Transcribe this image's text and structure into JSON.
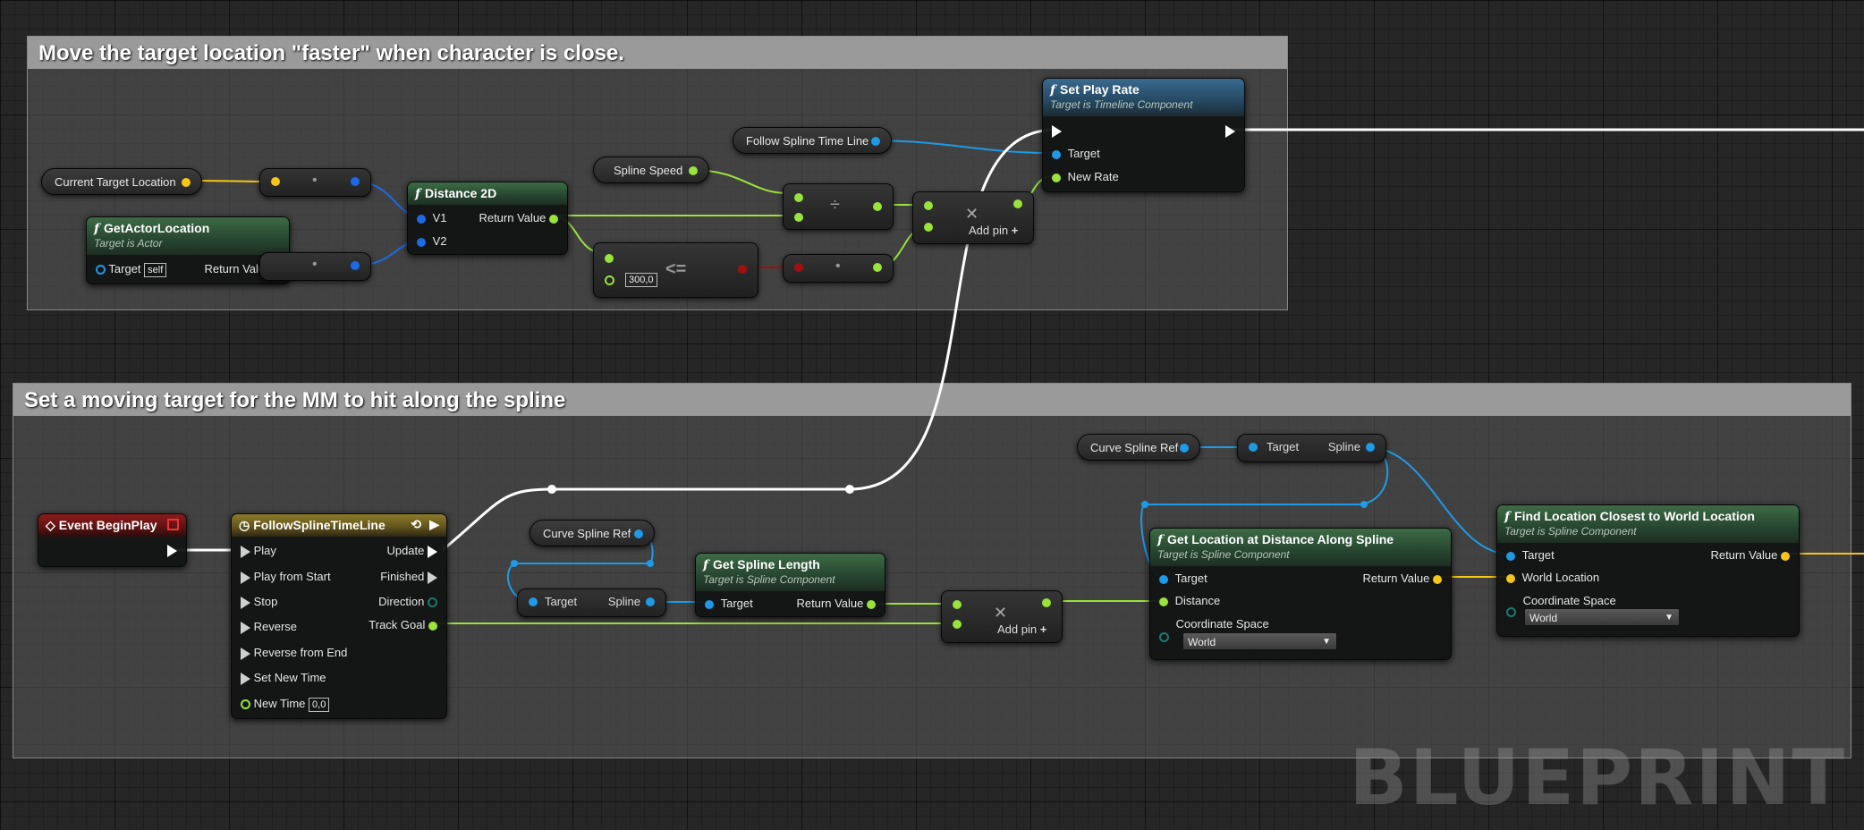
{
  "comments": {
    "top": "Move the target location \"faster\" when character is close.",
    "bottom": "Set a moving target for the MM to hit along the spline"
  },
  "nodes": {
    "current_target_location": "Current Target Location",
    "get_actor_location": {
      "title": "GetActorLocation",
      "subtitle": "Target is Actor",
      "target_label": "Target",
      "self_label": "self",
      "return_label": "Return Value"
    },
    "distance_2d": {
      "title": "Distance 2D",
      "v1": "V1",
      "v2": "V2",
      "return_label": "Return Value"
    },
    "spline_speed": "Spline Speed",
    "follow_spline_timeline_var": "Follow Spline Time Line",
    "less_equal": {
      "op": "<=",
      "value": "300,0"
    },
    "add_pin_top": "Add pin",
    "set_play_rate": {
      "title": "Set Play Rate",
      "subtitle": "Target is Timeline Component",
      "target_label": "Target",
      "new_rate_label": "New Rate"
    },
    "event_begin_play": "Event BeginPlay",
    "timeline": {
      "title": "FollowSplineTimeLine",
      "inputs": [
        "Play",
        "Play from Start",
        "Stop",
        "Reverse",
        "Reverse from End",
        "Set New Time"
      ],
      "new_time_label": "New Time",
      "new_time_value": "0,0",
      "outputs": [
        "Update",
        "Finished",
        "Direction",
        "Track Goal"
      ]
    },
    "curve_spline_ref_1": "Curve Spline Ref",
    "curve_spline_ref_2": "Curve Spline Ref",
    "break_target_label": "Target",
    "break_spline_label": "Spline",
    "get_spline_length": {
      "title": "Get Spline Length",
      "subtitle": "Target is Spline Component",
      "target_label": "Target",
      "return_label": "Return Value"
    },
    "add_pin_bottom": "Add pin",
    "get_location_at_distance": {
      "title": "Get Location at Distance Along Spline",
      "subtitle": "Target is Spline Component",
      "target_label": "Target",
      "distance_label": "Distance",
      "coord_label": "Coordinate Space",
      "coord_value": "World",
      "return_label": "Return Value"
    },
    "find_location_closest": {
      "title": "Find Location Closest to World Location",
      "subtitle": "Target is Spline Component",
      "target_label": "Target",
      "world_location_label": "World Location",
      "coord_label": "Coordinate Space",
      "coord_value": "World",
      "return_label": "Return Value"
    }
  },
  "watermark": "BLUEPRINT",
  "colors": {
    "vector": "#f5c518",
    "float": "#9ae23c",
    "object": "#1e9ae6",
    "bool": "#a01010",
    "exec": "#ffffff"
  }
}
